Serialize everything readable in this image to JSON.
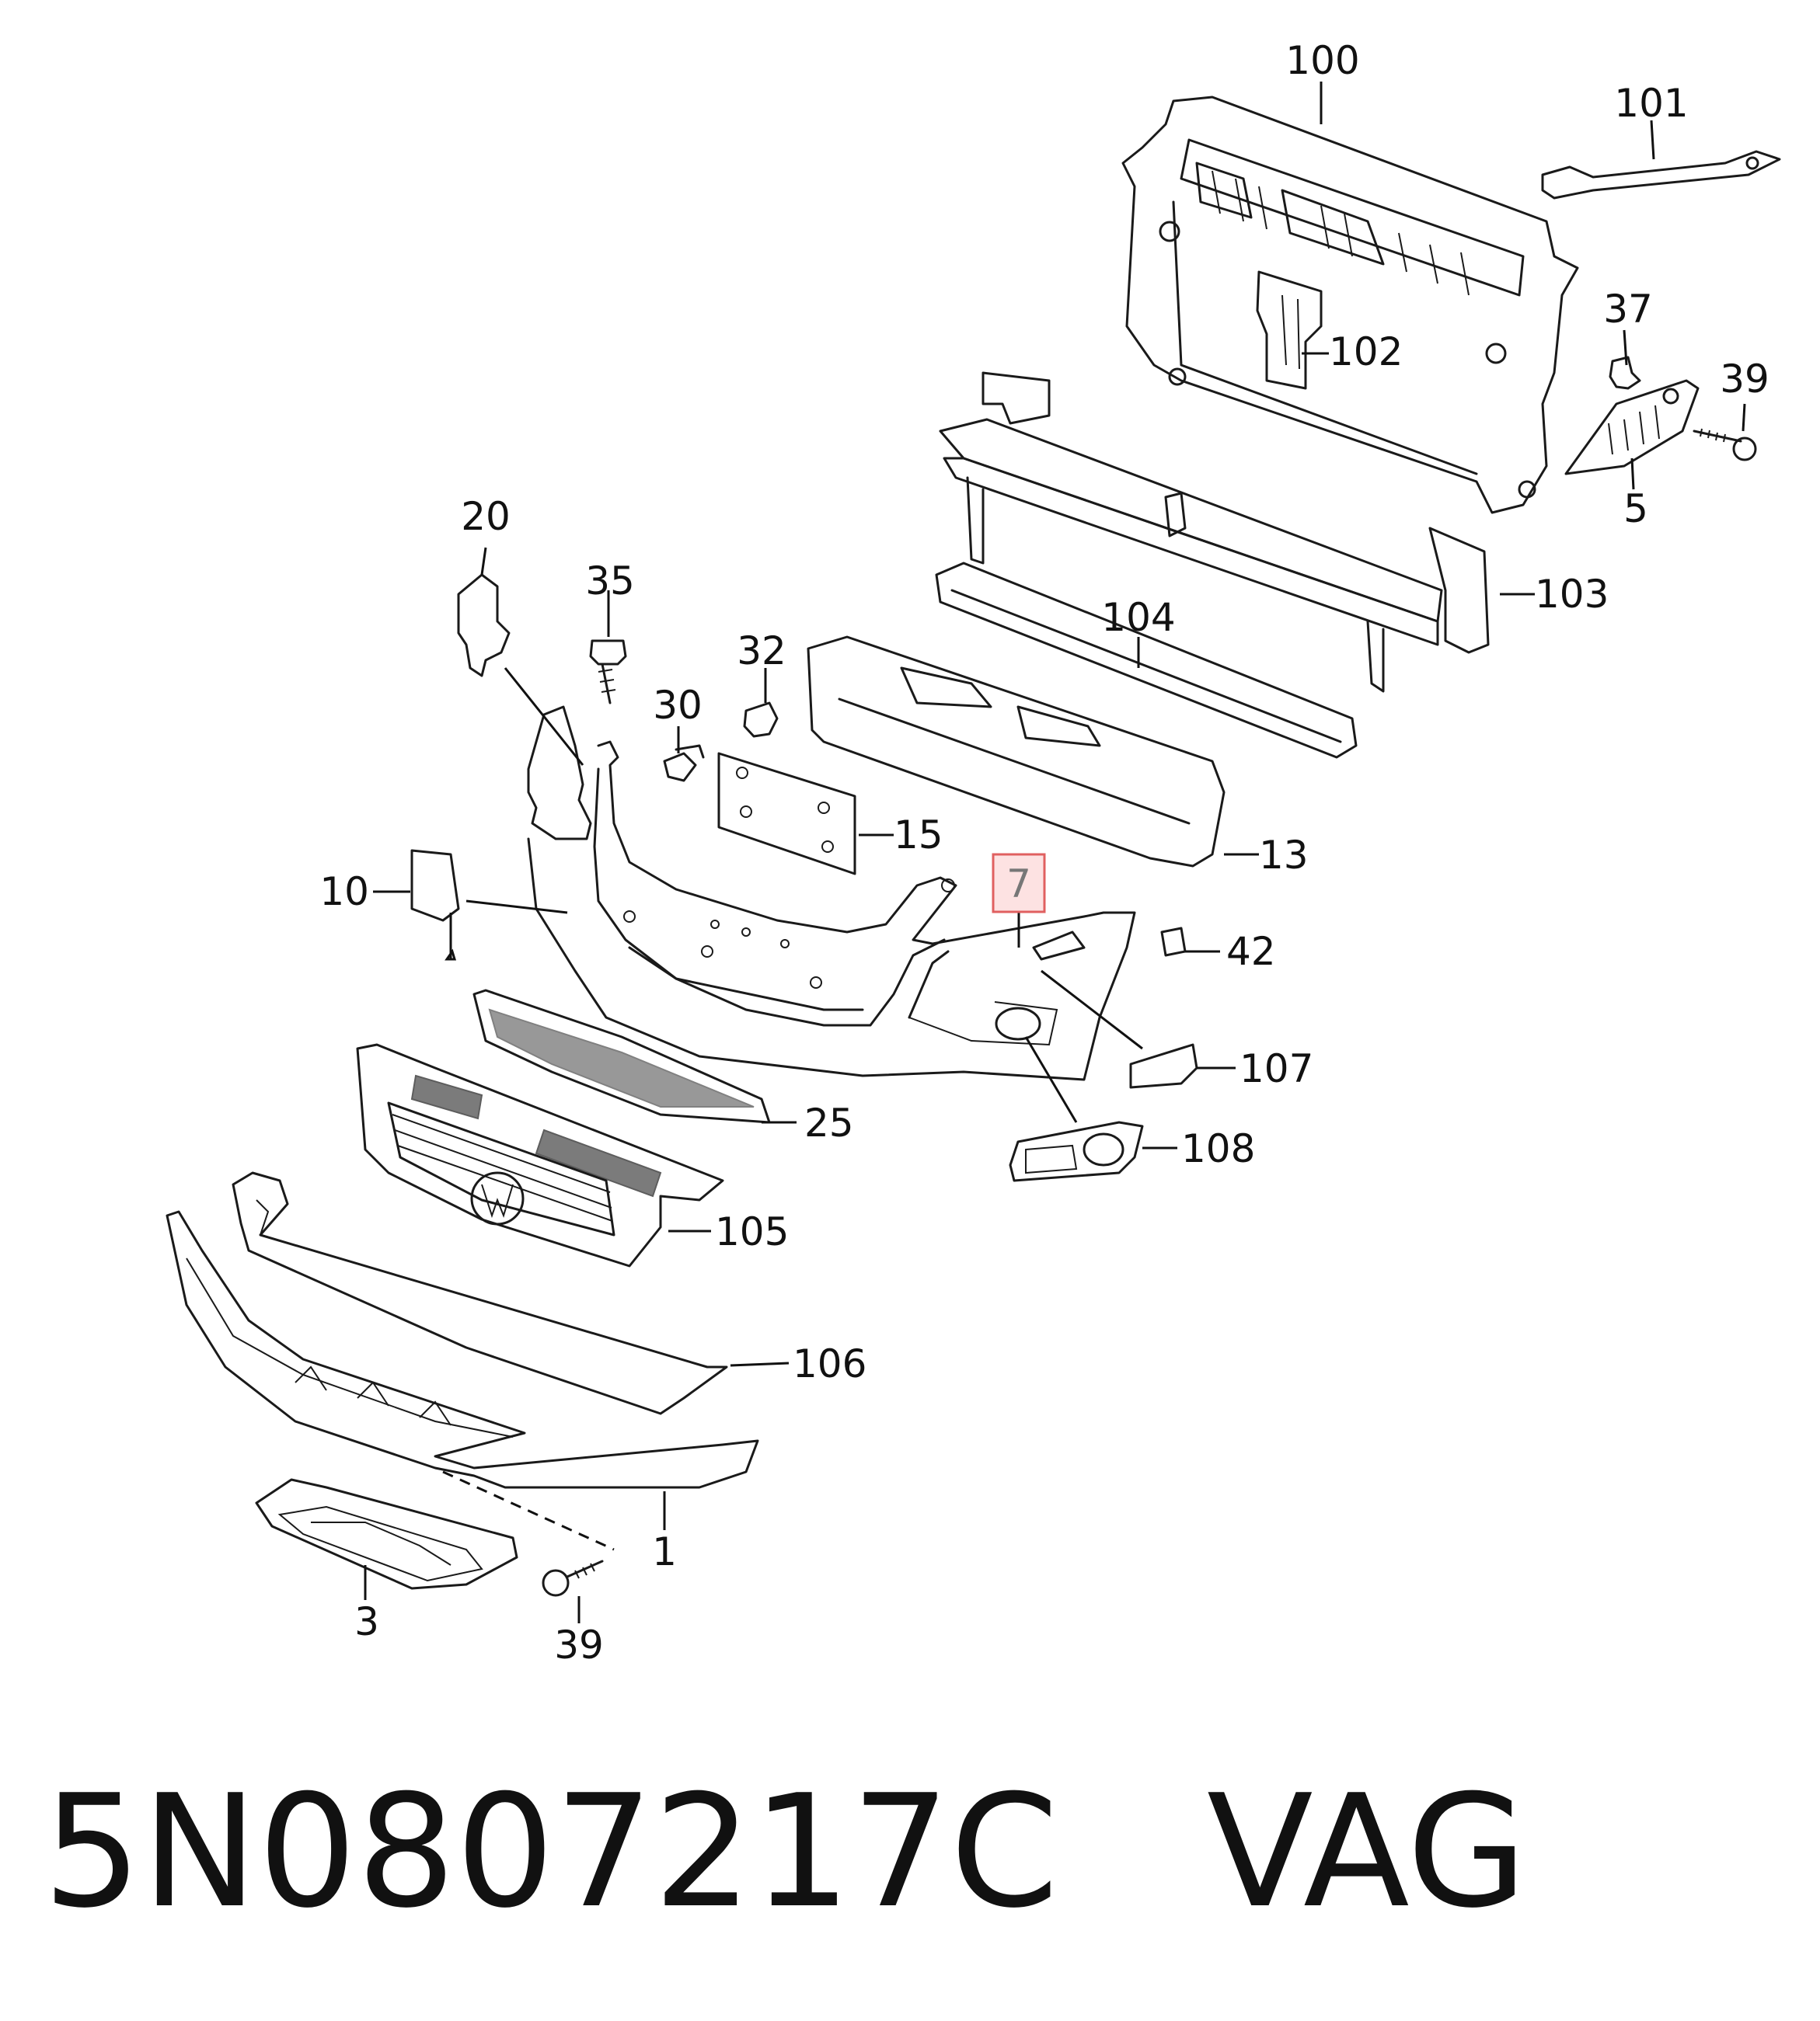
{
  "caption": {
    "part_number": "5N0807217C",
    "brand": "VAG"
  },
  "callouts": {
    "c100": "100",
    "c101": "101",
    "c102": "102",
    "c37": "37",
    "c39_top": "39",
    "c5": "5",
    "c103": "103",
    "c104": "104",
    "c20": "20",
    "c35": "35",
    "c32": "32",
    "c30": "30",
    "c15": "15",
    "c13": "13",
    "c10": "10",
    "c7": "7",
    "c42": "42",
    "c107": "107",
    "c25": "25",
    "c108": "108",
    "c105": "105",
    "c106": "106",
    "c1": "1",
    "c3": "3",
    "c39_bottom": "39"
  },
  "highlight": {
    "callout": "7",
    "fill": "#fde2e2",
    "border": "#e06060"
  }
}
